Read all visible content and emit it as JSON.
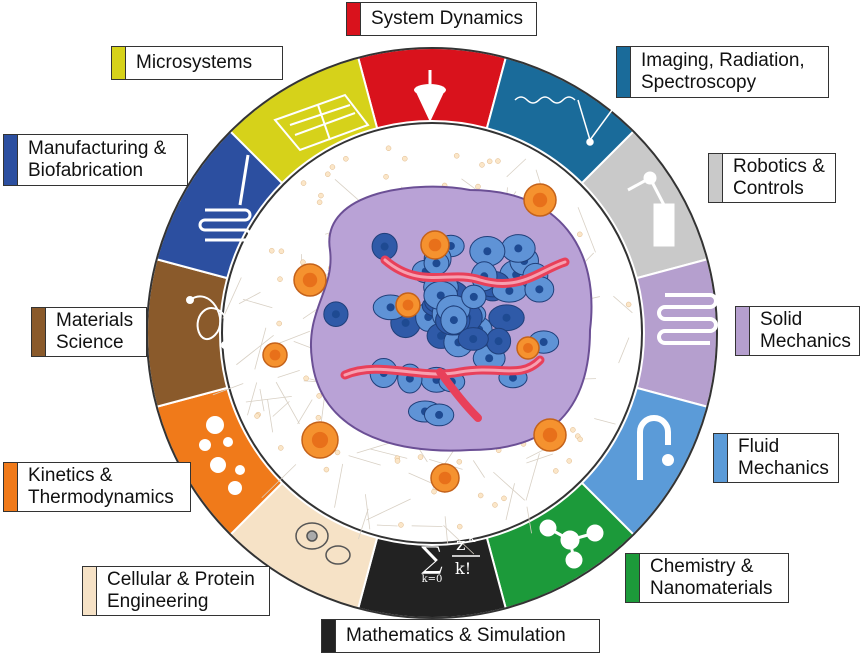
{
  "segments": [
    {
      "name": "System Dynamics",
      "color": "#d9121c"
    },
    {
      "name": "Imaging, Radiation, Spectroscopy",
      "color": "#1a6b9a"
    },
    {
      "name": "Robotics & Controls",
      "color": "#c9c9c9"
    },
    {
      "name": "Solid Mechanics",
      "color": "#b59fce"
    },
    {
      "name": "Fluid Mechanics",
      "color": "#5b9bd8"
    },
    {
      "name": "Chemistry & Nanomaterials",
      "color": "#1c9a3a"
    },
    {
      "name": "Mathematics & Simulation",
      "color": "#222222"
    },
    {
      "name": "Cellular & Protein Engineering",
      "color": "#f6e2c6"
    },
    {
      "name": "Kinetics & Thermodynamics",
      "color": "#f07a1a"
    },
    {
      "name": "Materials Science",
      "color": "#8a5a2b"
    },
    {
      "name": "Manufacturing & Biofabrication",
      "color": "#2c4fa0"
    },
    {
      "name": "Microsystems",
      "color": "#d6d21a"
    }
  ],
  "labels": {
    "system_dynamics": "System Dynamics",
    "imaging": "Imaging, Radiation,\nSpectroscopy",
    "robotics": "Robotics &\nControls",
    "solid": "Solid\nMechanics",
    "fluid": "Fluid\nMechanics",
    "chemistry": "Chemistry &\nNanomaterials",
    "mathematics": "Mathematics & Simulation",
    "cellular": "Cellular & Protein\nEngineering",
    "kinetics": "Kinetics &\nThermodynamics",
    "materials": "Materials\nScience",
    "manufacturing": "Manufacturing &\nBiofabrication",
    "microsystems": "Microsystems"
  },
  "formula": {
    "sigma": "∑",
    "upper": "∞",
    "lower": "k=0",
    "num": "z",
    "exp": "k",
    "den": "k!"
  }
}
